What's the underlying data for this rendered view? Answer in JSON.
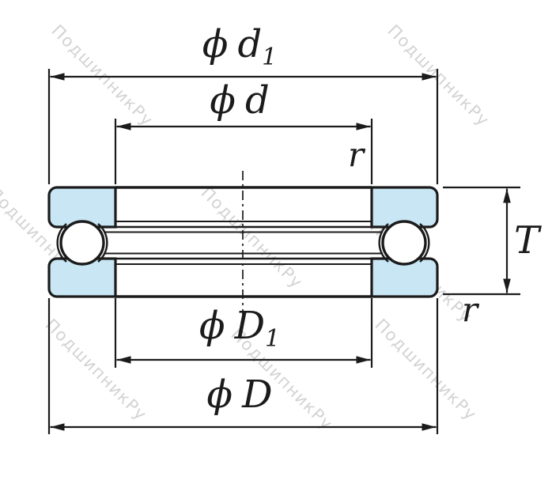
{
  "diagram": {
    "type": "thrust-ball-bearing-cross-section",
    "labels": {
      "d1": {
        "phi": "ϕ",
        "letter": "d",
        "sub": "1"
      },
      "d": {
        "phi": "ϕ",
        "letter": "d"
      },
      "D1": {
        "phi": "ϕ",
        "letter": "D",
        "sub": "1"
      },
      "D": {
        "phi": "ϕ",
        "letter": "D"
      },
      "T": "T",
      "r_top": "r",
      "r_side": "r"
    },
    "colors": {
      "washer_fill": "#c8e6f4",
      "line_color": "#1b1b1b",
      "watermark_color": "#c9c9c9",
      "background": "#ffffff"
    },
    "watermark": {
      "text": "ПодшипникРу"
    }
  }
}
